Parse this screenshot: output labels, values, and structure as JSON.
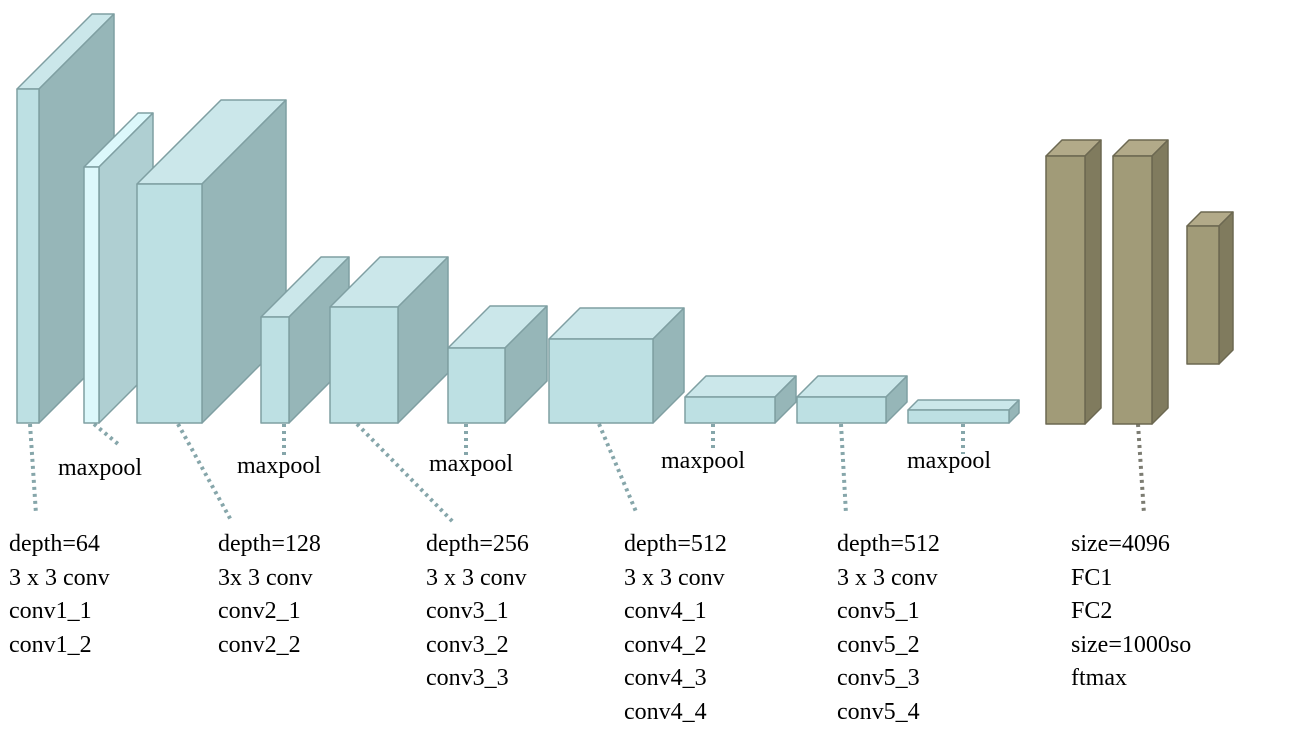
{
  "colors": {
    "conv_front": "#bde0e3",
    "conv_side": "#96b6b8",
    "conv_top": "#cbe7ea",
    "conv_edge": "#7f9fa2",
    "pool_front": "#dcf8fb",
    "pool_side": "#afcfd2",
    "fc_front": "#a19b78",
    "fc_side": "#807b5e",
    "fc_top": "#b2aa89",
    "fc_edge": "#6c6851",
    "conv_leader": "#86a6aa",
    "fc_leader": "#7c7c72"
  },
  "maxpool_labels": [
    "maxpool",
    "maxpool",
    "maxpool",
    "maxpool",
    "maxpool"
  ],
  "groups": [
    {
      "lines": [
        "depth=64",
        "3 x 3 conv",
        "conv1_1",
        "conv1_2"
      ]
    },
    {
      "lines": [
        "depth=128",
        "3x 3 conv",
        "conv2_1",
        "conv2_2"
      ]
    },
    {
      "lines": [
        "depth=256",
        "3 x 3 conv",
        "conv3_1",
        "conv3_2",
        "conv3_3"
      ]
    },
    {
      "lines": [
        "depth=512",
        "3 x 3 conv",
        "conv4_1",
        "conv4_2",
        "conv4_3",
        "conv4_4"
      ]
    },
    {
      "lines": [
        "depth=512",
        "3 x 3 conv",
        "conv5_1",
        "conv5_2",
        "conv5_3",
        "conv5_4"
      ]
    },
    {
      "lines": [
        "size=4096",
        "FC1",
        "FC2",
        "size=1000so",
        "ftmax"
      ]
    }
  ]
}
